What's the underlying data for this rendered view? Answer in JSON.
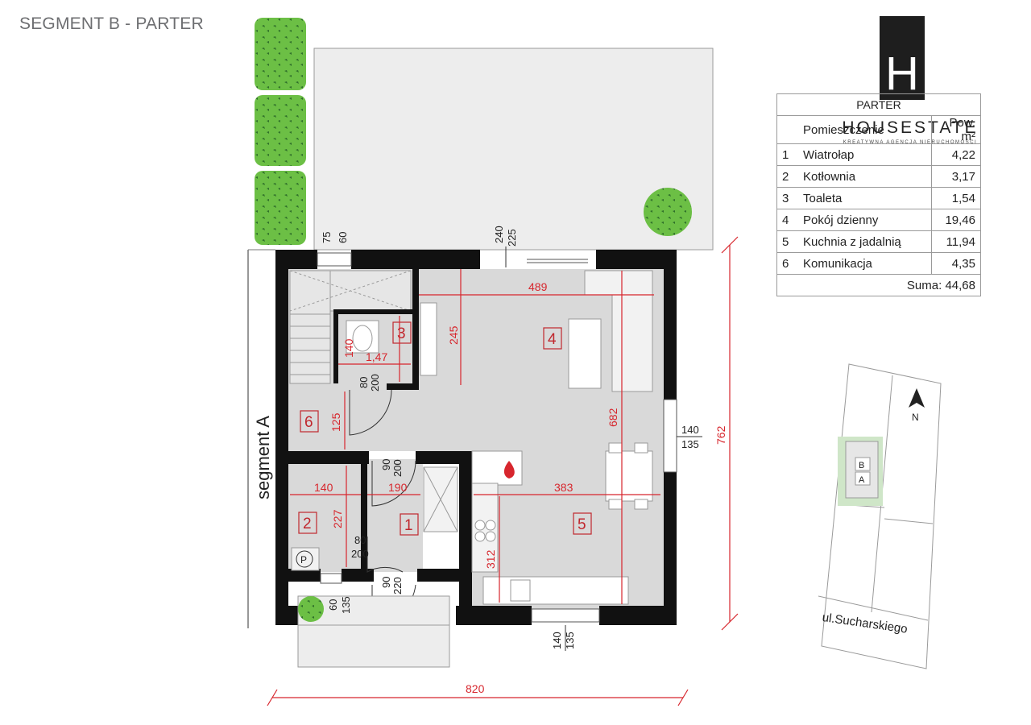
{
  "title": "SEGMENT B - PARTER",
  "logo": {
    "letter": "H",
    "name": "HOUSESTATE",
    "tagline": "KREATYWNA AGENCJA NIERUCHOMOŚCI"
  },
  "table": {
    "heading": "PARTER",
    "col_room": "Pomieszczenie",
    "col_area": "Pow. m²",
    "rows": [
      {
        "no": "1",
        "name": "Wiatrołap",
        "area": "4,22"
      },
      {
        "no": "2",
        "name": "Kotłownia",
        "area": "3,17"
      },
      {
        "no": "3",
        "name": "Toaleta",
        "area": "1,54"
      },
      {
        "no": "4",
        "name": "Pokój dzienny",
        "area": "19,46"
      },
      {
        "no": "5",
        "name": "Kuchnia z jadalnią",
        "area": "11,94"
      },
      {
        "no": "6",
        "name": "Komunikacja",
        "area": "4,35"
      }
    ],
    "sum_label": "Suma:",
    "sum_value": "44,68"
  },
  "plan": {
    "neighbor_label": "segment A",
    "rooms": [
      "1",
      "2",
      "3",
      "4",
      "5",
      "6"
    ],
    "boiler_label": "P",
    "dims": {
      "d489": "489",
      "d245": "245",
      "d140": "140",
      "d147": "1,47",
      "d80a": "80",
      "d200a": "200",
      "d125": "125",
      "d682": "682",
      "d90a": "90",
      "d200b": "200",
      "d140b": "140",
      "d190": "190",
      "d383": "383",
      "d227": "227",
      "d80b": "80",
      "d200c": "200",
      "d312": "312",
      "d90b": "90",
      "d220": "220",
      "d60": "60",
      "d135a": "135",
      "d75": "75",
      "d60b": "60",
      "d240": "240",
      "d225": "225",
      "d140c": "140",
      "d135b": "135",
      "d140d": "140",
      "d135c": "135",
      "d762": "762",
      "d820": "820"
    }
  },
  "minimap": {
    "north": "N",
    "label_b": "B",
    "label_a": "A",
    "street": "ul.Sucharskiego"
  },
  "colors": {
    "wall": "#111111",
    "floor": "#d9d9d9",
    "dimension": "#d7262d",
    "greenery": "#69b84a",
    "terrace": "#ededed"
  }
}
